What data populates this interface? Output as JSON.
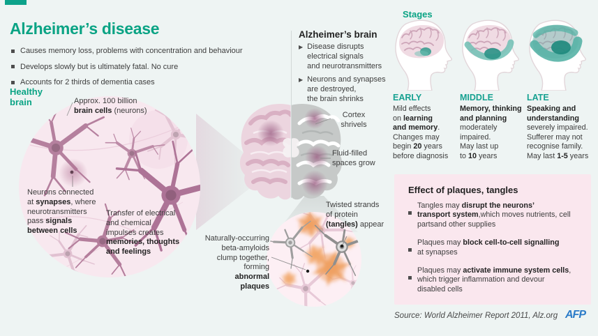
{
  "colors": {
    "background": "#eef4f3",
    "accent_teal": "#0aa384",
    "stage_teal": "#17a191",
    "circle_pink": "#f8e8ef",
    "neuron_mauve": "#b5809e",
    "brain_gray_half": "#c6c9c8",
    "dark_blob": "#9c5f84",
    "plaque_orange": "#f0a164",
    "effects_box_pink": "#fae7ee",
    "afp_blue": "#2b7bc8",
    "text": "#3d3d3d"
  },
  "header": {
    "title": "Alzheimer’s disease",
    "bullets": [
      "Causes memory loss, problems with concentration and behaviour",
      "Develops slowly but is ultimately fatal. No cure",
      "Accounts for 2 thirds of dementia cases"
    ]
  },
  "healthy": {
    "label": "Healthy<br>brain",
    "approx": "Approx. 100 billion<br><b>brain cells</b> (neurons)",
    "synapses_note": "Neurons connected<br>at <b>synapses</b>, where<br>neurotransmitters<br>pass <b>signals</b><br><b>between cells</b>",
    "transfer_note": "Transfer of electrical<br>and chemical<br>impulses creates<br><b>memories, thoughts</b><br><b>and feelings</b>"
  },
  "alzheimers": {
    "title": "Alzheimer’s brain",
    "bullets": [
      "Disease disrupts<br>electrical signals<br>and neurotransmitters",
      "Neurons and synapses<br>are destroyed,<br>the brain shrinks"
    ],
    "cortex_label": "Cortex<br>shrivels",
    "fluid_label": "Fluid-filled<br>spaces grow",
    "tangles_label": "Twisted strands<br>of protein<br><b>(tangles)</b> appear",
    "plaques_label": "Naturally-occurring<br>beta-amyloids<br>clump together,<br>forming<br><b>abnormal</b><br><b>plaques</b>"
  },
  "stages": {
    "label": "Stages",
    "items": [
      {
        "name": "EARLY",
        "text": "Mild effects<br>on <b>learning</b><br><b>and memory</b>.<br>Changes may<br>begin <b>20</b> years<br>before diagnosis"
      },
      {
        "name": "MIDDLE",
        "text": "<b>Memory, thinking</b><br><b>and planning</b><br>moderately<br>impaired.<br>May last up<br>to <b>10</b> years"
      },
      {
        "name": "LATE",
        "text": "<b>Speaking and</b><br><b>understanding</b><br>severely impaired.<br>Sufferer may not<br>recognise family.<br>May last <b>1-5</b> years"
      }
    ]
  },
  "effects": {
    "title": "Effect of plaques, tangles",
    "items": [
      "Tangles may <b>disrupt the neurons’</b><br><b>transport system</b>,which moves nutrients, cell<br>partsand other supplies",
      "Plaques may <b>block cell-to-cell signalling</b><br>at synapses",
      "Plaques may <b>activate immune system cells</b>,<br>which trigger inflammation and devour<br>disabled cells"
    ]
  },
  "footer": {
    "source": "Source: World Alzheimer Report 2011, Alz.org",
    "logo": "AFP"
  }
}
